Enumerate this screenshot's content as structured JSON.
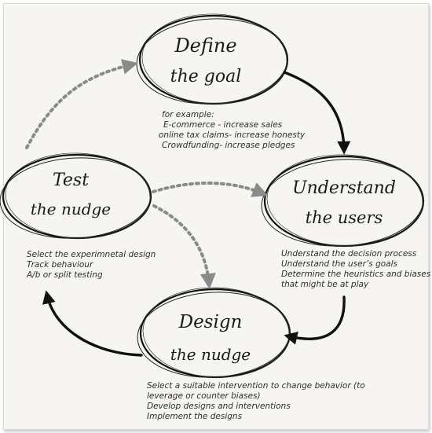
{
  "nodes": {
    "define": {
      "line1": "Define",
      "line2": "the goal"
    },
    "understand": {
      "line1": "Understand",
      "line2": "the users"
    },
    "design": {
      "line1": "Design",
      "line2": "the nudge"
    },
    "test": {
      "line1": "Test",
      "line2": "the nudge"
    }
  },
  "notes": {
    "define": {
      "intro": "for example:",
      "items": [
        "E-commerce  -  increase sales",
        "online tax claims- increase honesty",
        "Crowdfunding- increase pledges"
      ]
    },
    "understand": {
      "items": [
        "Understand the decision process",
        "Understand the user’s goals",
        "Determine the heuristics and biases",
        "that might be at play"
      ]
    },
    "design": {
      "items": [
        "Select a suitable intervention to change behavior (to",
        "leverage or counter biases)",
        "Develop designs and interventions",
        "Implement the designs"
      ]
    },
    "test": {
      "items": [
        "Select the experimnetal design",
        "Track behaviour",
        "A/b or split testing"
      ]
    }
  },
  "colors": {
    "background": "#f7f5f2",
    "ink": "#111111",
    "dotted_arrow": "#8a8a8a"
  }
}
